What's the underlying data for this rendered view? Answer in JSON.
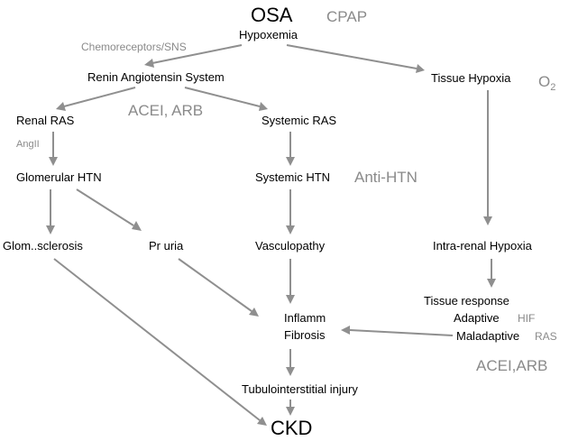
{
  "nodes": {
    "osa": "OSA",
    "cpap": "CPAP",
    "hypoxemia": "Hypoxemia",
    "chemoreceptors": "Chemoreceptors/SNS",
    "ras": "Renin Angiotensin System",
    "tissue_hypoxia": "Tissue Hypoxia",
    "o2_main": "O",
    "o2_sub": "2",
    "renal_ras": "Renal RAS",
    "acei_arb_top": "ACEI, ARB",
    "systemic_ras": "Systemic RAS",
    "angii": "AngII",
    "glomerular_htn": "Glomerular HTN",
    "systemic_htn": "Systemic HTN",
    "anti_htn": "Anti-HTN",
    "glom_sclerosis": "Glom..sclerosis",
    "pr_uria": "Pr uria",
    "vasculopathy": "Vasculopathy",
    "intra_renal_hypoxia": "Intra-renal Hypoxia",
    "tissue_response": "Tissue response",
    "adaptive": "Adaptive",
    "hif": "HIF",
    "maladaptive": "Maladaptive",
    "ras_small": "RAS",
    "inflamm": "Inflamm",
    "fibrosis": "Fibrosis",
    "acei_arb_bottom": "ACEI,ARB",
    "tubulointerstitial": "Tubulointerstitial injury",
    "ckd": "CKD"
  },
  "colors": {
    "text": "#000000",
    "annotation": "#8a8a8a",
    "arrow": "#8f8f8f"
  }
}
